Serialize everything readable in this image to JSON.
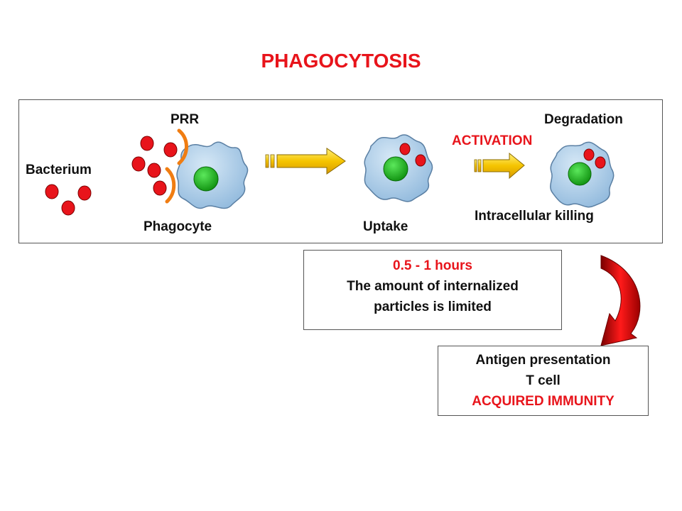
{
  "title": "PHAGOCYTOSIS",
  "panel": {
    "bacterium_label": "Bacterium",
    "prr_label": "PRR",
    "phagocyte_label": "Phagocyte",
    "uptake_label": "Uptake",
    "activation_label": "ACTIVATION",
    "degradation_label": "Degradation",
    "killing_label": "Intracellular killing"
  },
  "time_box": {
    "duration": "0.5 - 1 hours",
    "note_line1": "The amount of internalized",
    "note_line2": "particles is limited"
  },
  "outcome_box": {
    "line1": "Antigen presentation",
    "line2": "T cell",
    "line3": "ACQUIRED IMMUNITY"
  },
  "colors": {
    "accent_red": "#e8141b",
    "cell_blue": "#a9cbe6",
    "nucleus_green": "#1fb81f",
    "arrow_yellow": "#f5c400",
    "prr_orange": "#f07d12"
  },
  "icons": [
    "bacterium-icon",
    "phagocyte-cell-icon",
    "prr-receptor-icon",
    "process-arrow-icon",
    "curved-arrow-icon"
  ]
}
